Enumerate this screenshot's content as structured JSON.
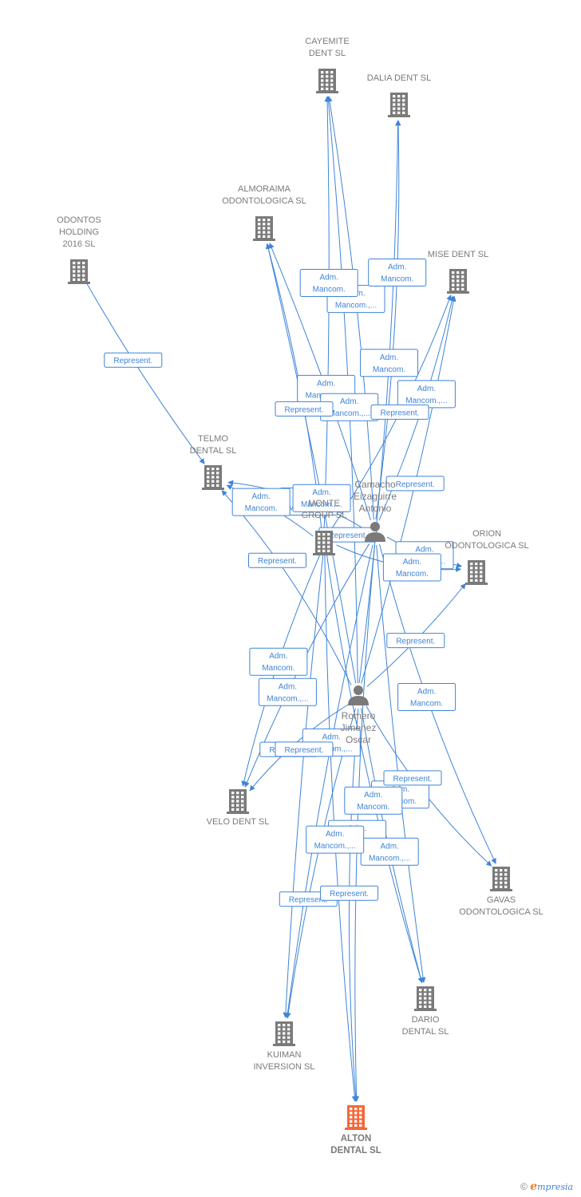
{
  "diagram": {
    "colors": {
      "edge": "#3f84d8",
      "company": "#7a7a7a",
      "main_company": "#f4683a",
      "label": "#7a7a7a"
    },
    "companies": [
      {
        "id": "cayemite",
        "lines": [
          "CAYEMITE",
          "DENT SL"
        ],
        "main": false
      },
      {
        "id": "dalia",
        "lines": [
          "DALIA DENT SL"
        ],
        "main": false
      },
      {
        "id": "almoraima",
        "lines": [
          "ALMORAIMA",
          "ODONTOLOGICA SL"
        ],
        "main": false
      },
      {
        "id": "odontos",
        "lines": [
          "ODONTOS",
          "HOLDING",
          "2016  SL"
        ],
        "main": false
      },
      {
        "id": "mise",
        "lines": [
          "MISE DENT SL"
        ],
        "main": false
      },
      {
        "id": "telmo",
        "lines": [
          "TELMO",
          "DENTAL SL"
        ],
        "main": false
      },
      {
        "id": "monte",
        "lines": [
          "MONTE",
          "GROUP  SL"
        ],
        "main": false
      },
      {
        "id": "orion",
        "lines": [
          "ORION",
          "ODONTOLOGICA SL"
        ],
        "main": false
      },
      {
        "id": "velo",
        "lines": [
          "VELO DENT SL"
        ],
        "main": false
      },
      {
        "id": "gavas",
        "lines": [
          "GAVAS",
          "ODONTOLOGICA SL"
        ],
        "main": false
      },
      {
        "id": "dario",
        "lines": [
          "DARIO",
          "DENTAL SL"
        ],
        "main": false
      },
      {
        "id": "kuiman",
        "lines": [
          "KUIMAN",
          "INVERSION SL"
        ],
        "main": false
      },
      {
        "id": "alton",
        "lines": [
          "ALTON",
          "DENTAL  SL"
        ],
        "main": true
      }
    ],
    "persons": [
      {
        "id": "camacho",
        "lines": [
          "Camacho",
          "Eizaguirre",
          "Antonio"
        ]
      },
      {
        "id": "romero",
        "lines": [
          "Romero",
          "Jimenez",
          "Oscar"
        ]
      }
    ],
    "edges": [
      {
        "from": "odontos",
        "to": "telmo",
        "label": "Represent."
      },
      {
        "from": "camacho",
        "to": "cayemite",
        "label": "Adm. Mancom.,..."
      },
      {
        "from": "camacho",
        "to": "dalia",
        "label": "Adm. Mancom."
      },
      {
        "from": "camacho",
        "to": "almoraima",
        "label": "Adm. Mancom.,..."
      },
      {
        "from": "camacho",
        "to": "mise",
        "label": "Adm. Mancom.,..."
      },
      {
        "from": "camacho",
        "to": "telmo",
        "label": "Adm. Mancom.,..."
      },
      {
        "from": "camacho",
        "to": "orion",
        "label": "Adm. Mancom.,..."
      },
      {
        "from": "camacho",
        "to": "velo",
        "label": "Adm. Mancom.,..."
      },
      {
        "from": "camacho",
        "to": "gavas",
        "label": "Adm. Mancom."
      },
      {
        "from": "camacho",
        "to": "dario",
        "label": "Adm. Mancom."
      },
      {
        "from": "camacho",
        "to": "kuiman",
        "label": "Adm. Mancom.,..."
      },
      {
        "from": "camacho",
        "to": "alton",
        "label": "Adm. Mancom."
      },
      {
        "from": "camacho",
        "to": "monte",
        "label": "Represent."
      },
      {
        "from": "romero",
        "to": "cayemite",
        "label": "Adm. Mancom.,..."
      },
      {
        "from": "romero",
        "to": "dalia",
        "label": "Adm. Mancom."
      },
      {
        "from": "romero",
        "to": "almoraima",
        "label": "Adm. Mancom.,..."
      },
      {
        "from": "romero",
        "to": "mise",
        "label": "Represent."
      },
      {
        "from": "romero",
        "to": "telmo",
        "label": "Represent."
      },
      {
        "from": "romero",
        "to": "orion",
        "label": "Represent."
      },
      {
        "from": "romero",
        "to": "velo",
        "label": "Represent."
      },
      {
        "from": "romero",
        "to": "gavas",
        "label": "Represent."
      },
      {
        "from": "romero",
        "to": "dario",
        "label": "Adm. Mancom.,..."
      },
      {
        "from": "romero",
        "to": "kuiman",
        "label": "Represent."
      },
      {
        "from": "romero",
        "to": "alton",
        "label": "Represent."
      },
      {
        "from": "monte",
        "to": "cayemite",
        "label": "Adm. Mancom."
      },
      {
        "from": "monte",
        "to": "almoraima",
        "label": "Represent."
      },
      {
        "from": "monte",
        "to": "mise",
        "label": "Represent."
      },
      {
        "from": "monte",
        "to": "telmo",
        "label": "Adm. Mancom."
      },
      {
        "from": "monte",
        "to": "velo",
        "label": "Adm. Mancom."
      },
      {
        "from": "monte",
        "to": "dario",
        "label": "Adm. Mancom."
      },
      {
        "from": "monte",
        "to": "kuiman",
        "label": "Represent."
      },
      {
        "from": "monte",
        "to": "alton",
        "label": "Adm. Mancom.,..."
      },
      {
        "from": "monte",
        "to": "orion",
        "label": "Adm. Mancom."
      }
    ]
  },
  "footer": {
    "copyright": "©",
    "brand_initial": "e",
    "brand_rest": "mpresia"
  }
}
